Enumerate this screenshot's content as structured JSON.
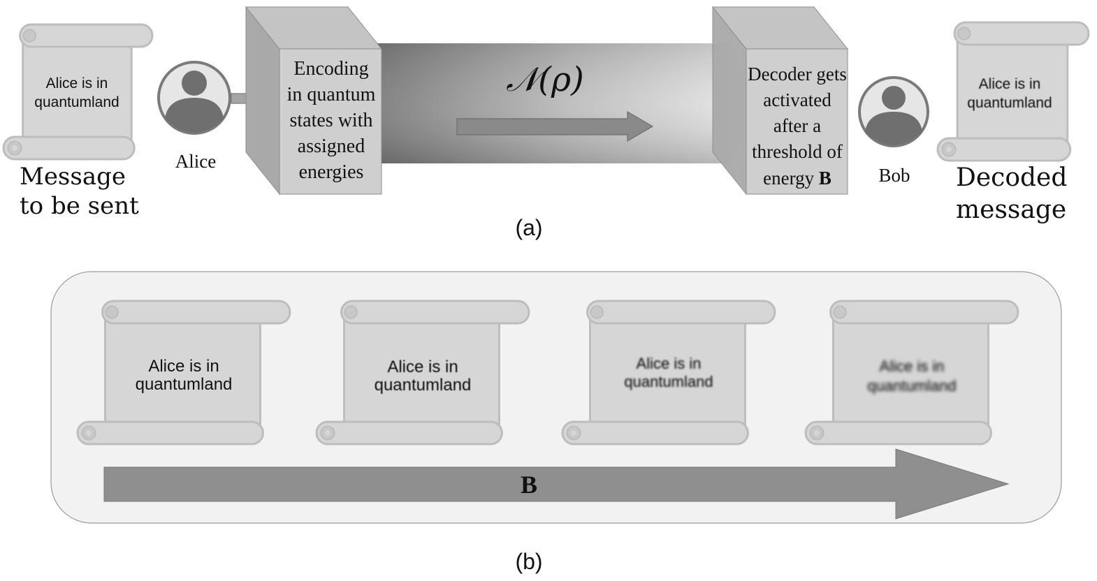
{
  "panel_a": {
    "sender_scroll_text": [
      "Alice is in",
      "quantumland"
    ],
    "sender_caption": [
      "Message",
      "to be sent"
    ],
    "alice_label": "Alice",
    "encoder_text": [
      "Encoding",
      "in quantum",
      "states with",
      "assigned",
      "energies"
    ],
    "channel_label": "𝒩(ρ)",
    "decoder_text": [
      "Decoder gets",
      "activated",
      "after a",
      "threshold of"
    ],
    "decoder_last_line_prefix": "energy ",
    "decoder_last_line_bold": "B",
    "bob_label": "Bob",
    "receiver_scroll_text": [
      "Alice is in",
      "quantumland"
    ],
    "receiver_caption": [
      "Decoded",
      "message"
    ],
    "caption": "(a)"
  },
  "panel_b": {
    "scroll_texts": [
      [
        "Alice is in",
        "quantumland"
      ],
      [
        "Alice is in",
        "quantumland"
      ],
      [
        "Alice is in",
        "quantumland"
      ],
      [
        "Alice is in",
        "quantumland"
      ]
    ],
    "scroll_blur": [
      0,
      0.5,
      1.3,
      2.4
    ],
    "arrow_label": "B",
    "caption": "(b)"
  },
  "colors": {
    "scroll_fill": "#d6d6d6",
    "scroll_edge": "#bdbdbd",
    "box_front": "#cfcfcf",
    "box_side": "#a9a9a9",
    "box_top": "#c4c4c4",
    "avatar_ring": "#7a7a7a",
    "avatar_fill": "#e6e6e6",
    "avatar_person": "#6f6f6f",
    "panel_b_bg": "#f2f2f2",
    "arrow_fill": "#8f8f8f"
  }
}
